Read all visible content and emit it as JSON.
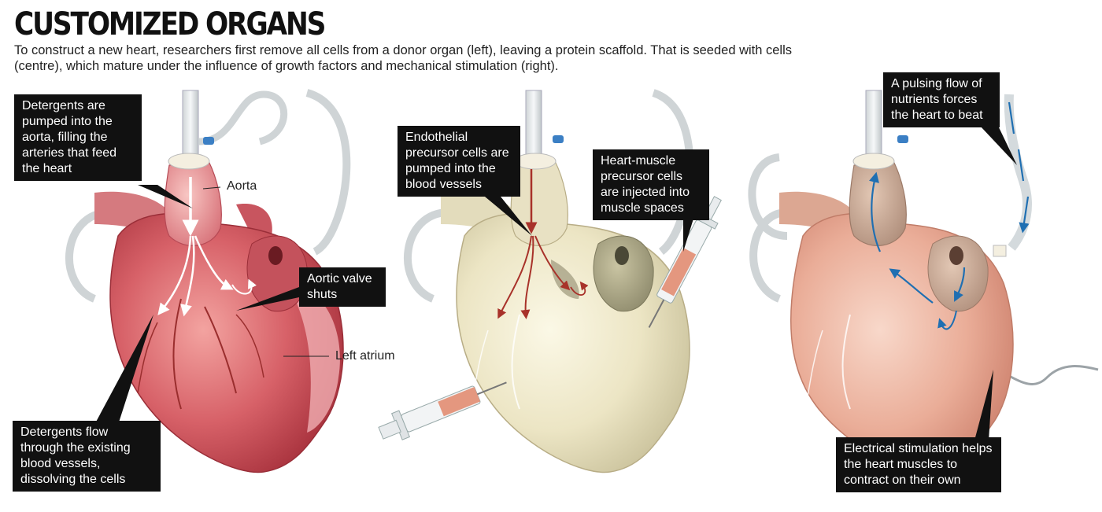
{
  "header": {
    "title": "CUSTOMIZED ORGANS",
    "subtitle": "To construct a new heart, researchers first remove all cells from a donor organ (left), leaving a protein scaffold. That is seeded with cells (centre), which mature under the influence of growth factors and mechanical stimulation (right)."
  },
  "panels": {
    "left": {
      "callout_detergents_pumped": "Detergents are pumped into the aorta, filling the arteries that feed the heart",
      "label_aorta": "Aorta",
      "callout_aortic_valve": "Aortic valve shuts",
      "label_left_atrium": "Left atrium",
      "callout_detergents_flow": "Detergents flow through the existing blood vessels, dissolving the cells"
    },
    "centre": {
      "callout_endothelial": "Endothelial precursor cells are pumped into the blood vessels",
      "callout_heart_muscle": "Heart-muscle precursor cells are injected into muscle spaces"
    },
    "right": {
      "callout_pulsing_flow": "A pulsing flow of nutrients forces the heart to beat",
      "callout_electrical": "Electrical stimulation helps the heart muscles to contract on their own"
    }
  },
  "colors": {
    "decell_heart": "#c9575f",
    "scaffold_heart": "#e6e0bf",
    "recell_heart": "#e2a28c",
    "arrow_white": "#ffffff",
    "arrow_red": "#a8322a",
    "arrow_blue": "#1f6fb2",
    "callout_bg": "#111111"
  }
}
